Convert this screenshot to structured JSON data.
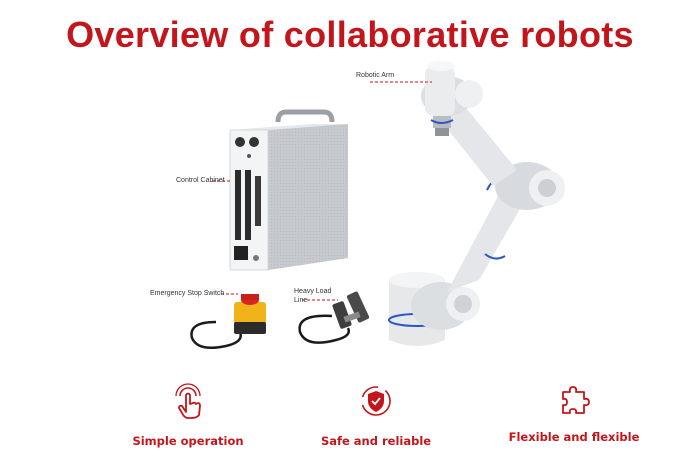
{
  "title": "Overview of collaborative robots",
  "accent_color": "#c3161c",
  "components": {
    "robotic_arm": "Robotic Arm",
    "control_cabinet": "Control Cabinet",
    "emergency_stop": "Emergency Stop Switch",
    "heavy_load_line_1": "Heavy Load",
    "heavy_load_line_2": "Line"
  },
  "features": [
    {
      "label": "Simple operation",
      "icon": "touch-hand-icon"
    },
    {
      "label": "Safe and reliable",
      "icon": "shield-icon"
    },
    {
      "label": "Flexible and flexible",
      "icon": "puzzle-piece-icon"
    }
  ]
}
